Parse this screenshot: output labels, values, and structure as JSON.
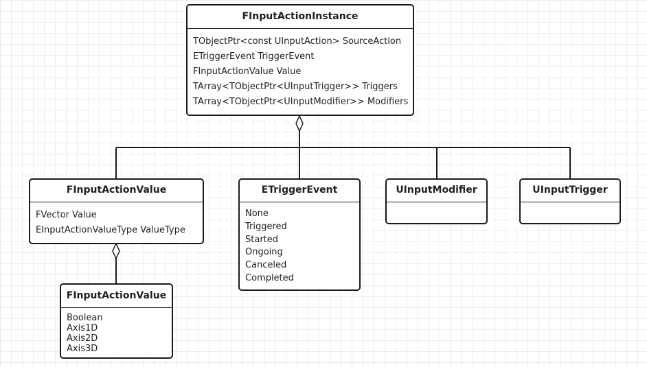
{
  "colors": {
    "stroke": "#1a1a1a",
    "grid": "#ececec",
    "background": "#ffffff"
  },
  "classes": {
    "instance": {
      "name": "FInputActionInstance",
      "members": [
        "TObjectPtr<const UInputAction> SourceAction",
        "ETriggerEvent TriggerEvent",
        "FInputActionValue Value",
        "TArray<TObjectPtr<UInputTrigger>> Triggers",
        "TArray<TObjectPtr<UInputModifier>> Modifiers"
      ]
    },
    "value": {
      "name": "FInputActionValue",
      "members": [
        "FVector Value",
        "EInputActionValueType ValueType"
      ]
    },
    "trigger_event": {
      "name": "ETriggerEvent",
      "members": [
        "None",
        "Triggered",
        "Started",
        "Ongoing",
        "Canceled",
        "Completed"
      ]
    },
    "modifier": {
      "name": "UInputModifier",
      "members": []
    },
    "trigger": {
      "name": "UInputTrigger",
      "members": []
    },
    "value_type": {
      "name": "FInputActionValue",
      "members": [
        "Boolean",
        "Axis1D",
        "Axis2D",
        "Axis3D"
      ]
    }
  },
  "relations": [
    {
      "kind": "aggregation",
      "from": "instance",
      "to": "value"
    },
    {
      "kind": "aggregation",
      "from": "instance",
      "to": "trigger_event"
    },
    {
      "kind": "aggregation",
      "from": "instance",
      "to": "modifier"
    },
    {
      "kind": "aggregation",
      "from": "instance",
      "to": "trigger"
    },
    {
      "kind": "aggregation",
      "from": "value",
      "to": "value_type"
    }
  ]
}
